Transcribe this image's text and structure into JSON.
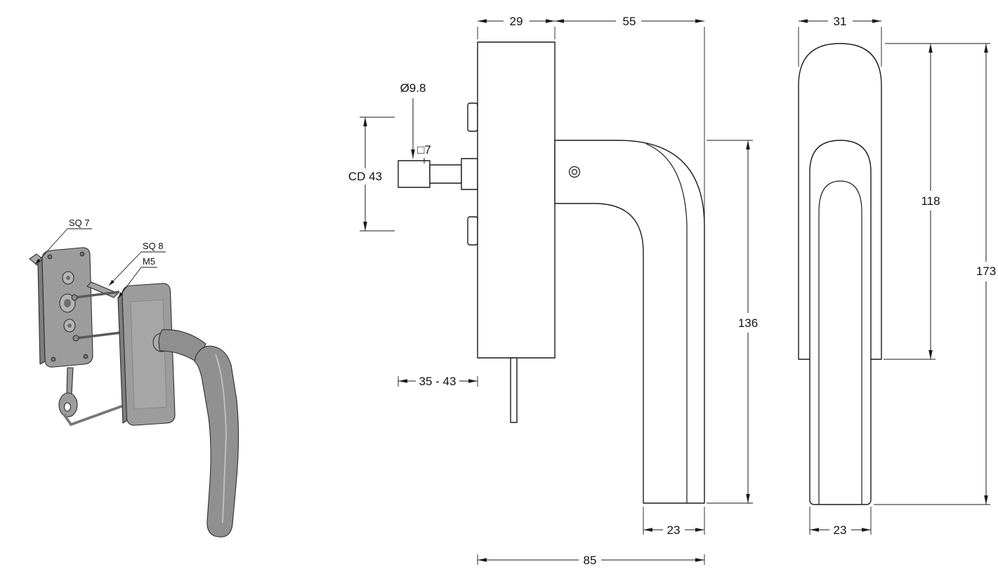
{
  "iso": {
    "labels": {
      "sq7": "SQ 7",
      "sq8": "SQ 8",
      "m5": "M5"
    }
  },
  "side_view": {
    "dims": {
      "plate_depth": "29",
      "handle_reach": "55",
      "spindle_diameter": "Ø9.8",
      "spindle_square": "□7",
      "centre_distance": "CD 43",
      "spindle_length_range": "35 - 43",
      "handle_height": "136",
      "grip_depth": "23",
      "total_depth": "85"
    }
  },
  "front_view": {
    "dims": {
      "plate_width": "31",
      "plate_height": "118",
      "total_height": "173",
      "grip_width": "23"
    }
  },
  "colors": {
    "line": "#1a1a1a",
    "metal_light": "#b4b4b4",
    "metal_mid": "#9c9c9c",
    "metal_dark": "#7e7e7e",
    "background": "#ffffff"
  }
}
